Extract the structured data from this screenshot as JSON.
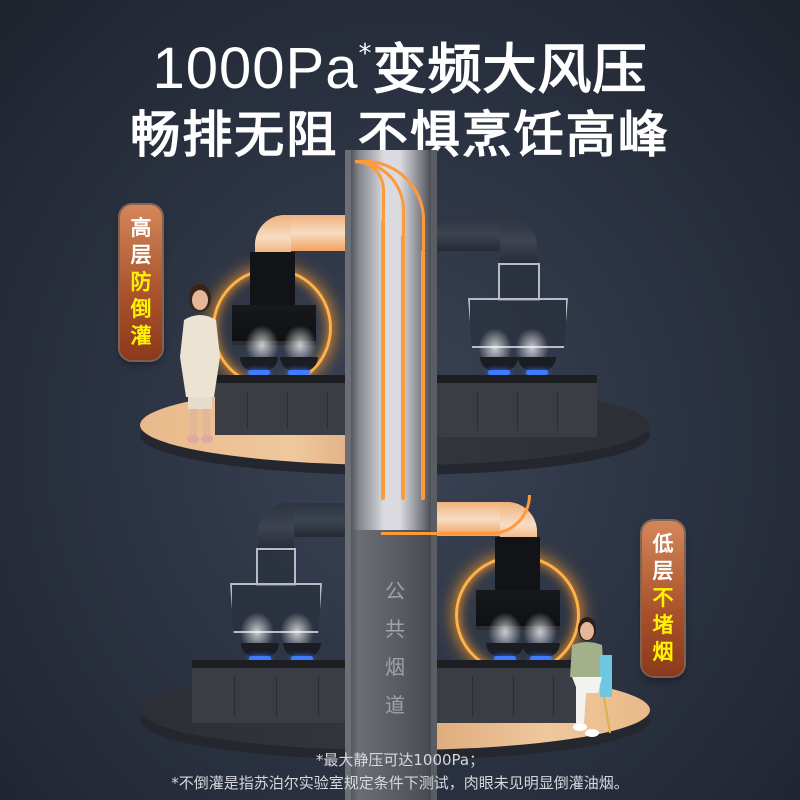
{
  "headline": {
    "line1_number": "1000Pa",
    "line1_mark": "*",
    "line1_text": "变频大风压",
    "line2": "畅排无阻 不惧烹饪高峰"
  },
  "tags": {
    "high_floor": {
      "white": [
        "高",
        "层"
      ],
      "yellow": [
        "防",
        "倒",
        "灌"
      ]
    },
    "low_floor": {
      "white": [
        "低",
        "层"
      ],
      "yellow": [
        "不",
        "堵",
        "烟"
      ]
    }
  },
  "shaft": {
    "label": [
      "公",
      "共",
      "烟",
      "道"
    ]
  },
  "footnotes": {
    "line1": "*最大静压可达1000Pa；",
    "line2": "*不倒灌是指苏泊尔实验室规定条件下测试，肉眼未见明显倒灌油烟。"
  },
  "colors": {
    "background": "#2a3140",
    "accent_orange": "#ff9a3c",
    "tag_gradient_top": "#d4875a",
    "tag_gradient_bottom": "#8c3a1c",
    "tag_highlight_text": "#fff200"
  }
}
